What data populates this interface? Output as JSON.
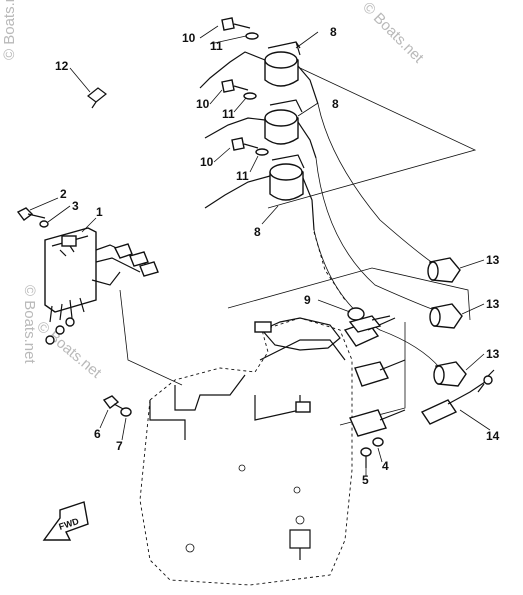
{
  "watermarks": [
    "© Boats.net",
    "© Boats.net",
    "© Boats.net",
    "© Boats.net"
  ],
  "callouts": [
    {
      "id": "c1",
      "text": "1"
    },
    {
      "id": "c2",
      "text": "2"
    },
    {
      "id": "c3",
      "text": "3"
    },
    {
      "id": "c4",
      "text": "4"
    },
    {
      "id": "c5",
      "text": "5"
    },
    {
      "id": "c6",
      "text": "6"
    },
    {
      "id": "c7",
      "text": "7"
    },
    {
      "id": "c8a",
      "text": "8"
    },
    {
      "id": "c8b",
      "text": "8"
    },
    {
      "id": "c8c",
      "text": "8"
    },
    {
      "id": "c9",
      "text": "9"
    },
    {
      "id": "c10a",
      "text": "10"
    },
    {
      "id": "c10b",
      "text": "10"
    },
    {
      "id": "c10c",
      "text": "10"
    },
    {
      "id": "c11a",
      "text": "11"
    },
    {
      "id": "c11b",
      "text": "11"
    },
    {
      "id": "c11c",
      "text": "11"
    },
    {
      "id": "c12",
      "text": "12"
    },
    {
      "id": "c13a",
      "text": "13"
    },
    {
      "id": "c13b",
      "text": "13"
    },
    {
      "id": "c13c",
      "text": "13"
    },
    {
      "id": "c14",
      "text": "14"
    }
  ],
  "fwd_label": "FWD",
  "colors": {
    "ink": "#111111",
    "watermark": "#b9b9b9",
    "background": "#ffffff"
  }
}
